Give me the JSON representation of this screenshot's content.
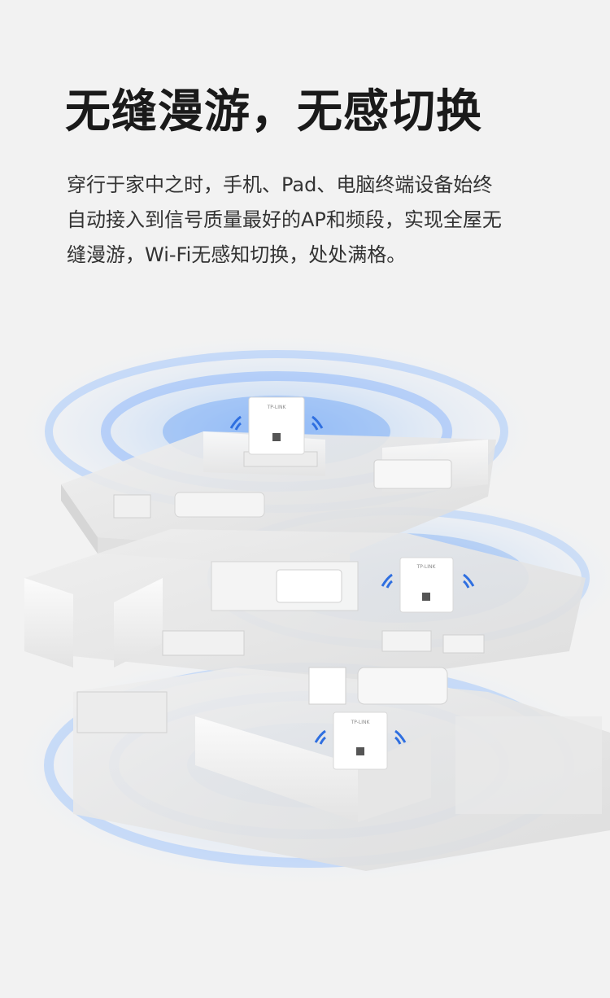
{
  "headline": "无缝漫游，无感切换",
  "description": {
    "lines": [
      "穿行于家中之时，手机、Pad、电脑终端设备始终",
      "自动接入到信号质量最好的AP和频段，实现全屋无",
      "缝漫游，Wi-Fi无感知切换，处处满格。"
    ]
  },
  "illustration": {
    "device_brand": "TP-LINK",
    "signal_color": "#2f6fe0"
  }
}
